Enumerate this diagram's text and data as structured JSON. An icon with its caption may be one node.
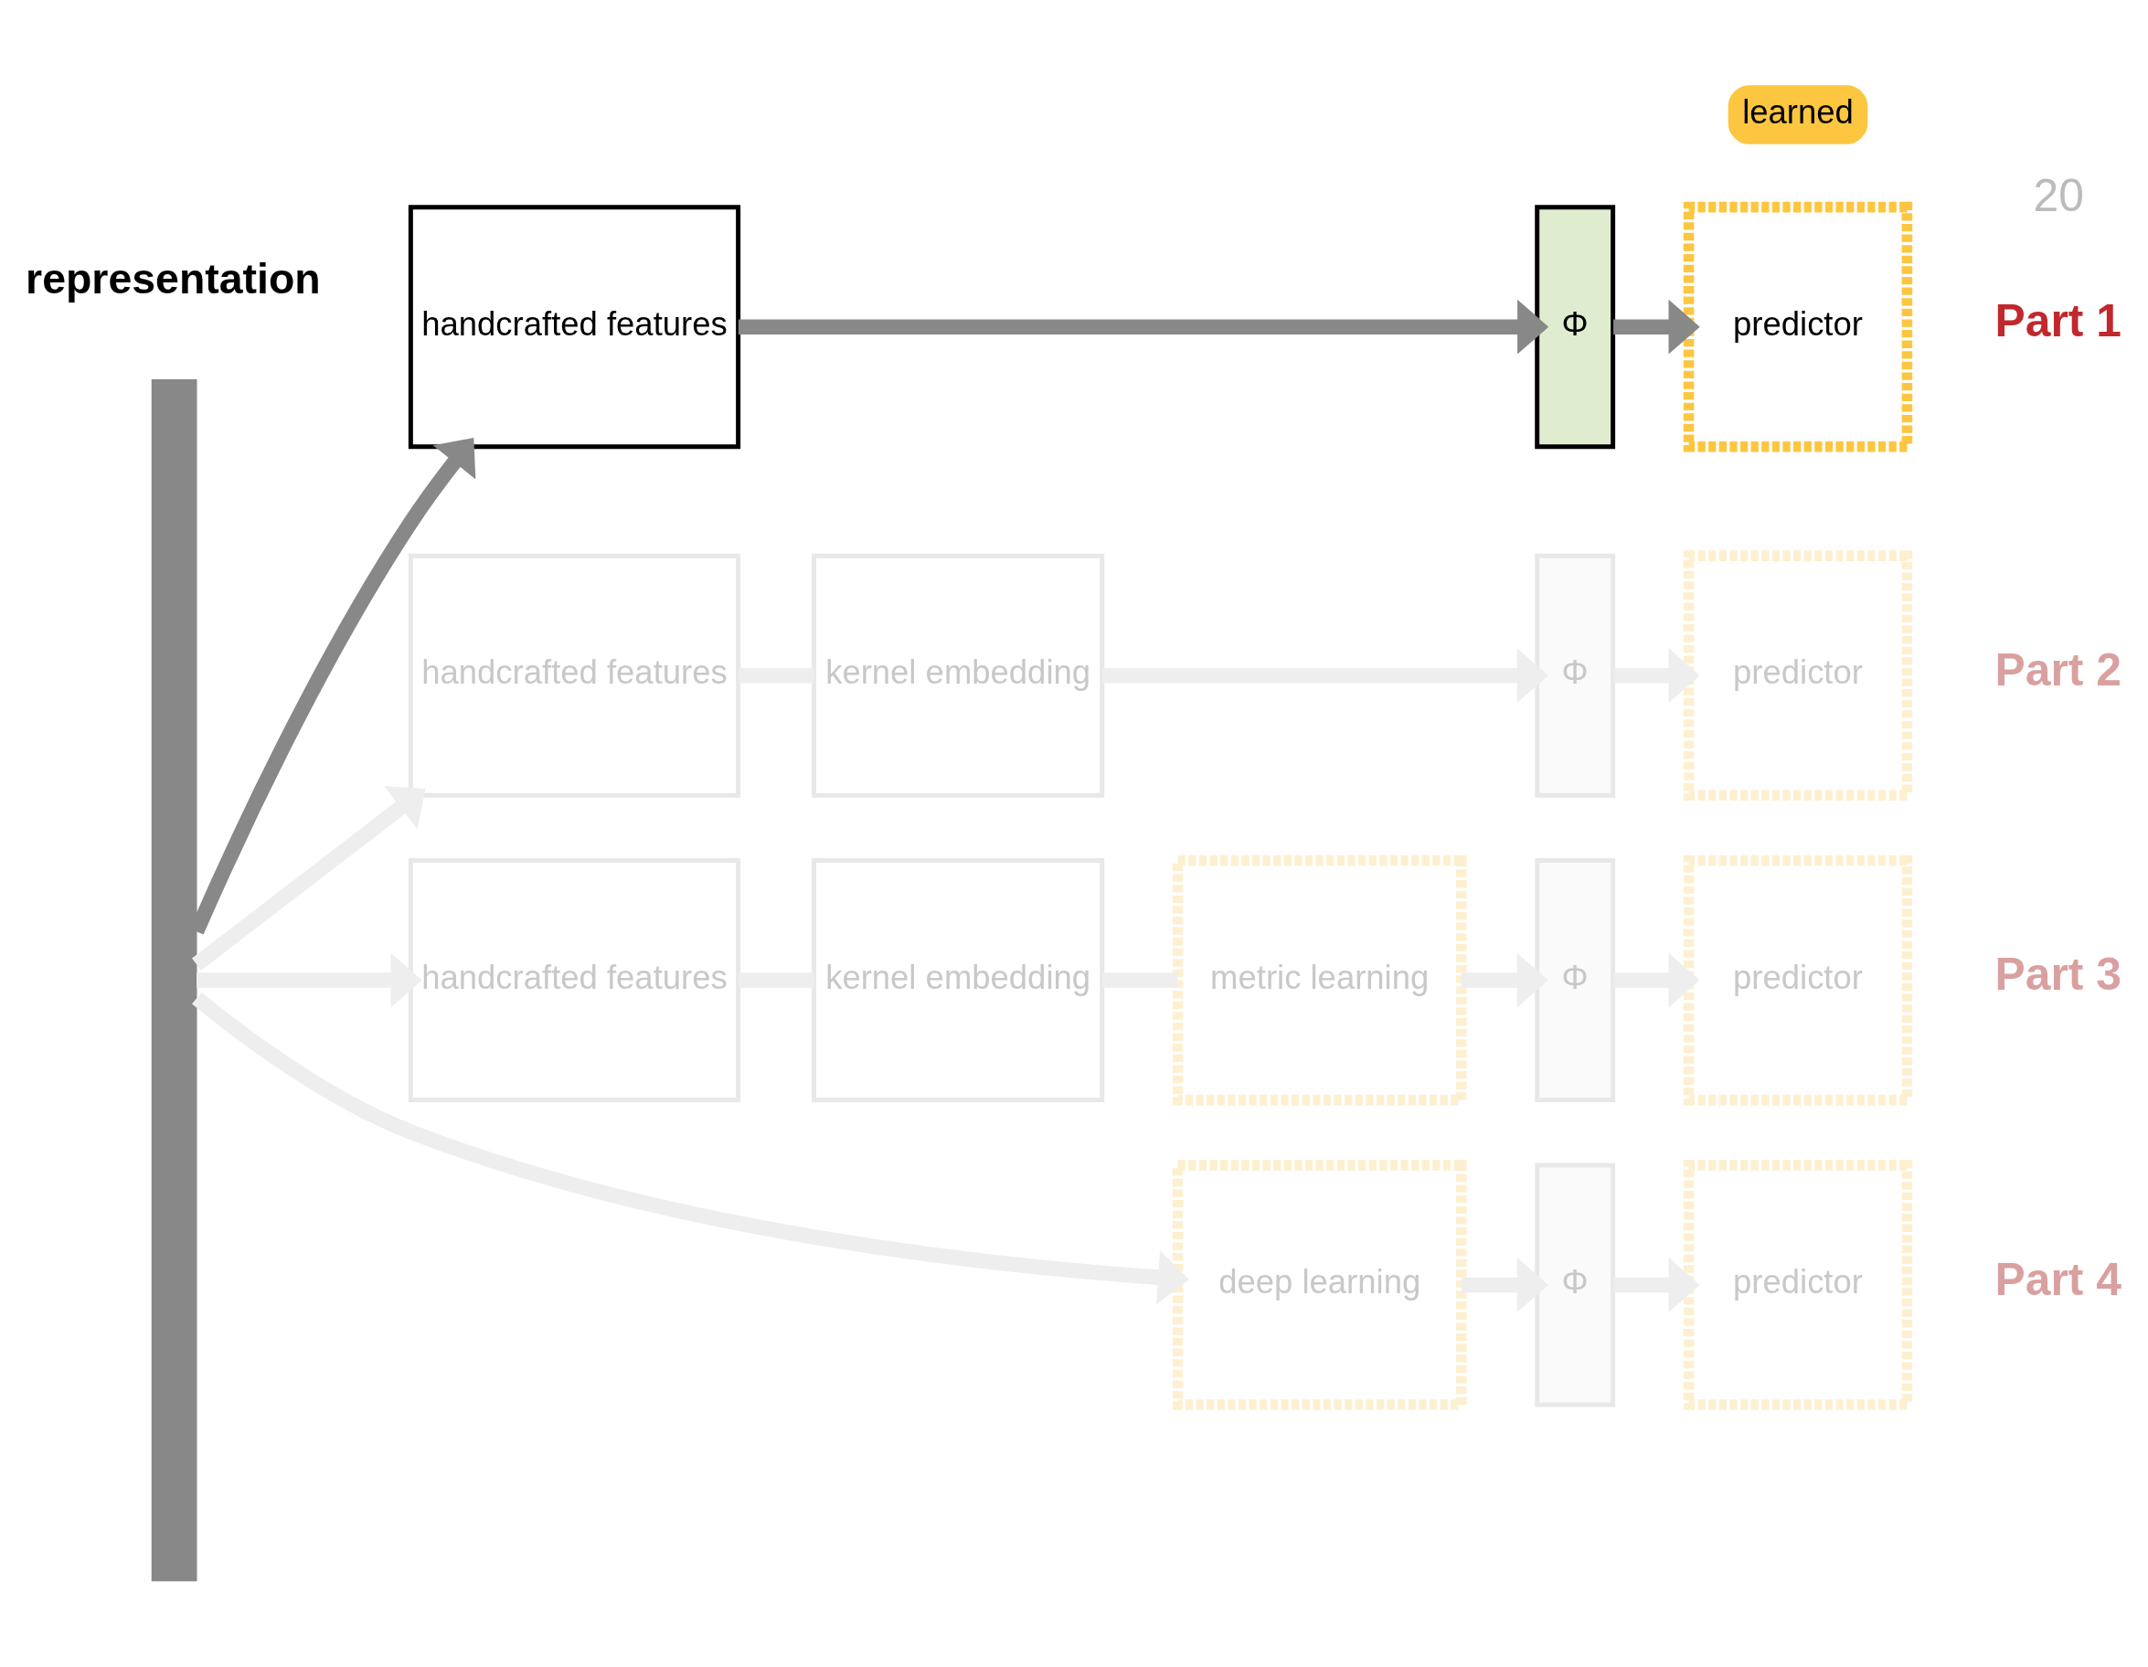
{
  "diagram": {
    "nodes": [
      {
        "text": [],
        "shape": "bar"
      },
      {
        "text": [
          "handcrafted features"
        ]
      },
      {
        "text": [
          "Φ"
        ]
      },
      {
        "text": [
          "predictor"
        ]
      },
      {
        "text": [
          "handcrafted features"
        ]
      },
      {
        "text": [
          "kernel embedding"
        ]
      },
      {
        "text": [
          "Φ"
        ]
      },
      {
        "text": [
          "predictor"
        ]
      },
      {
        "text": [
          "handcrafted features"
        ]
      },
      {
        "text": [
          "kernel embedding"
        ]
      },
      {
        "text": [
          "metric learning"
        ]
      },
      {
        "text": [
          "Φ"
        ]
      },
      {
        "text": [
          "predictor"
        ]
      },
      {
        "text": [
          "deep learning"
        ]
      },
      {
        "text": [
          "Φ"
        ]
      },
      {
        "text": [
          "predictor"
        ]
      }
    ],
    "edges": [
      {
        "from": 0,
        "to": 1,
        "arrow": "to",
        "color": "#888888"
      },
      {
        "from": 1,
        "to": 2,
        "arrow": "to",
        "color": "#888888"
      },
      {
        "from": 2,
        "to": 3,
        "arrow": "to",
        "color": "#888888"
      },
      {
        "from": 0,
        "to": 4,
        "arrow": "to"
      },
      {
        "from": 4,
        "to": 5,
        "arrow": "none"
      },
      {
        "from": 5,
        "to": 6,
        "arrow": "to"
      },
      {
        "from": 6,
        "to": 7,
        "arrow": "to"
      },
      {
        "from": 0,
        "to": 8,
        "arrow": "to"
      },
      {
        "from": 8,
        "to": 9,
        "arrow": "none"
      },
      {
        "from": 9,
        "to": 10,
        "arrow": "none"
      },
      {
        "from": 10,
        "to": 11,
        "arrow": "to"
      },
      {
        "from": 11,
        "to": 12,
        "arrow": "to"
      },
      {
        "from": 0,
        "to": 13,
        "arrow": "to"
      },
      {
        "from": 13,
        "to": 14,
        "arrow": "to"
      },
      {
        "from": 14,
        "to": 15,
        "arrow": "to"
      }
    ],
    "labels": [
      "20",
      "representation",
      "Part 1",
      "Part 2",
      "Part 3",
      "Part 4"
    ],
    "legend": [
      {
        "text": "learned",
        "color": "#fcc640"
      }
    ]
  }
}
